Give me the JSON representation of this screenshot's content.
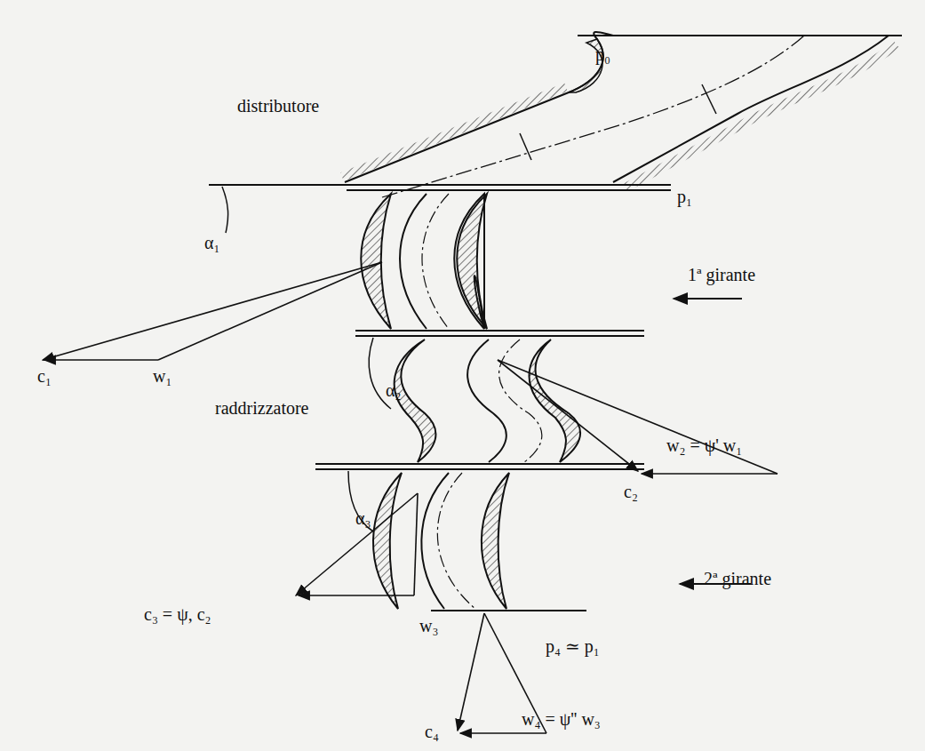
{
  "diagram": {
    "labels": [
      "p₀",
      "distributore",
      "p₁",
      "α₁",
      "1ª girante",
      "c₁",
      "w₁",
      "raddrizzatore",
      "α₂",
      "w₂ = ψ' w₁",
      "c₂",
      "α₃",
      "2ª girante",
      "c₃ = ψ, c₂",
      "w₃",
      "p₄ ≃ p₁",
      "w₄ = ψ'' w₃",
      "c₄"
    ]
  }
}
